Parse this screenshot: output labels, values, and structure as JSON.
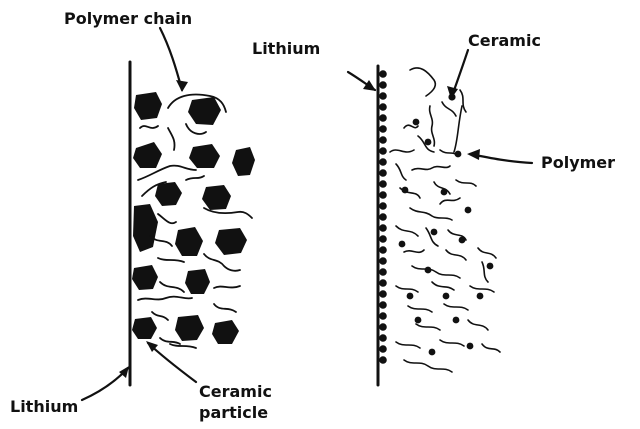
{
  "labels": {
    "polymer_chain": "Polymer chain",
    "lithium_left": "Lithium",
    "ceramic_particle_line1": "Ceramic",
    "ceramic_particle_line2": "particle",
    "lithium_right": "Lithium",
    "ceramic_right": "Ceramic",
    "polymer_right": "Polymer"
  },
  "colors": {
    "ink": "#111111",
    "background": "#ffffff"
  }
}
